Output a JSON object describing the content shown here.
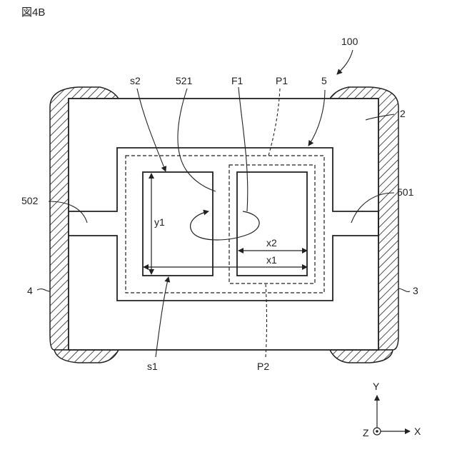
{
  "figure": {
    "title": "図4B"
  },
  "labels": {
    "assembly": "100",
    "coil_pattern": "5",
    "body": "2",
    "electrode_right": "3",
    "electrode_left": "4",
    "lead_right": "501",
    "lead_left": "502",
    "loop": "521",
    "opening_1": "s1",
    "opening_2": "s2",
    "flux": "F1",
    "region_1": "P1",
    "region_2": "P2",
    "dim_height": "y1",
    "dim_width_inner": "x2",
    "dim_width_outer": "x1"
  },
  "axes": {
    "y": "Y",
    "x": "X",
    "z": "Z"
  }
}
